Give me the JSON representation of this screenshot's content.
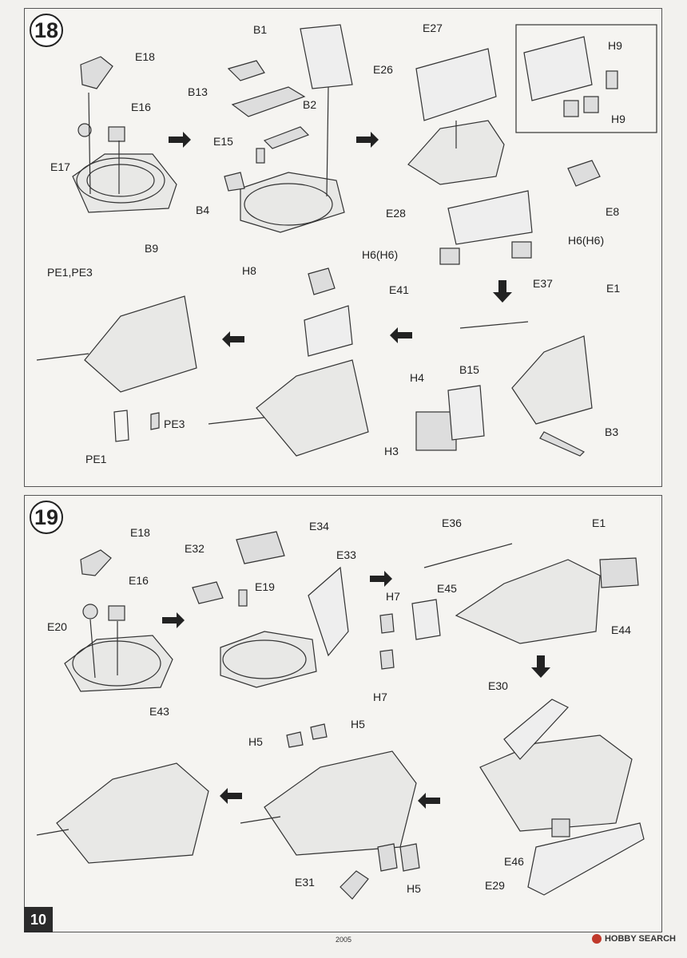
{
  "steps": [
    {
      "number": "18",
      "labels": [
        "B1",
        "E26",
        "E18",
        "B13",
        "E16",
        "B2",
        "E15",
        "E17",
        "B4",
        "B9",
        "E27",
        "H9",
        "H9",
        "E8",
        "E28",
        "H6(H6)",
        "H6(H6)",
        "PE1,PE3",
        "H8",
        "E41",
        "E37",
        "E1",
        "PE3",
        "PE1",
        "H4",
        "B15",
        "H3",
        "B3"
      ]
    },
    {
      "number": "19",
      "labels": [
        "E18",
        "E34",
        "E16",
        "E32",
        "E19",
        "E33",
        "E20",
        "E43",
        "E36",
        "E1",
        "H7",
        "E45",
        "H7",
        "E44",
        "E30",
        "H5",
        "H5",
        "E46",
        "E31",
        "H5",
        "E29"
      ]
    }
  ],
  "footer": {
    "page_number": "10",
    "code": "2005",
    "watermark": "HOBBY SEARCH"
  }
}
